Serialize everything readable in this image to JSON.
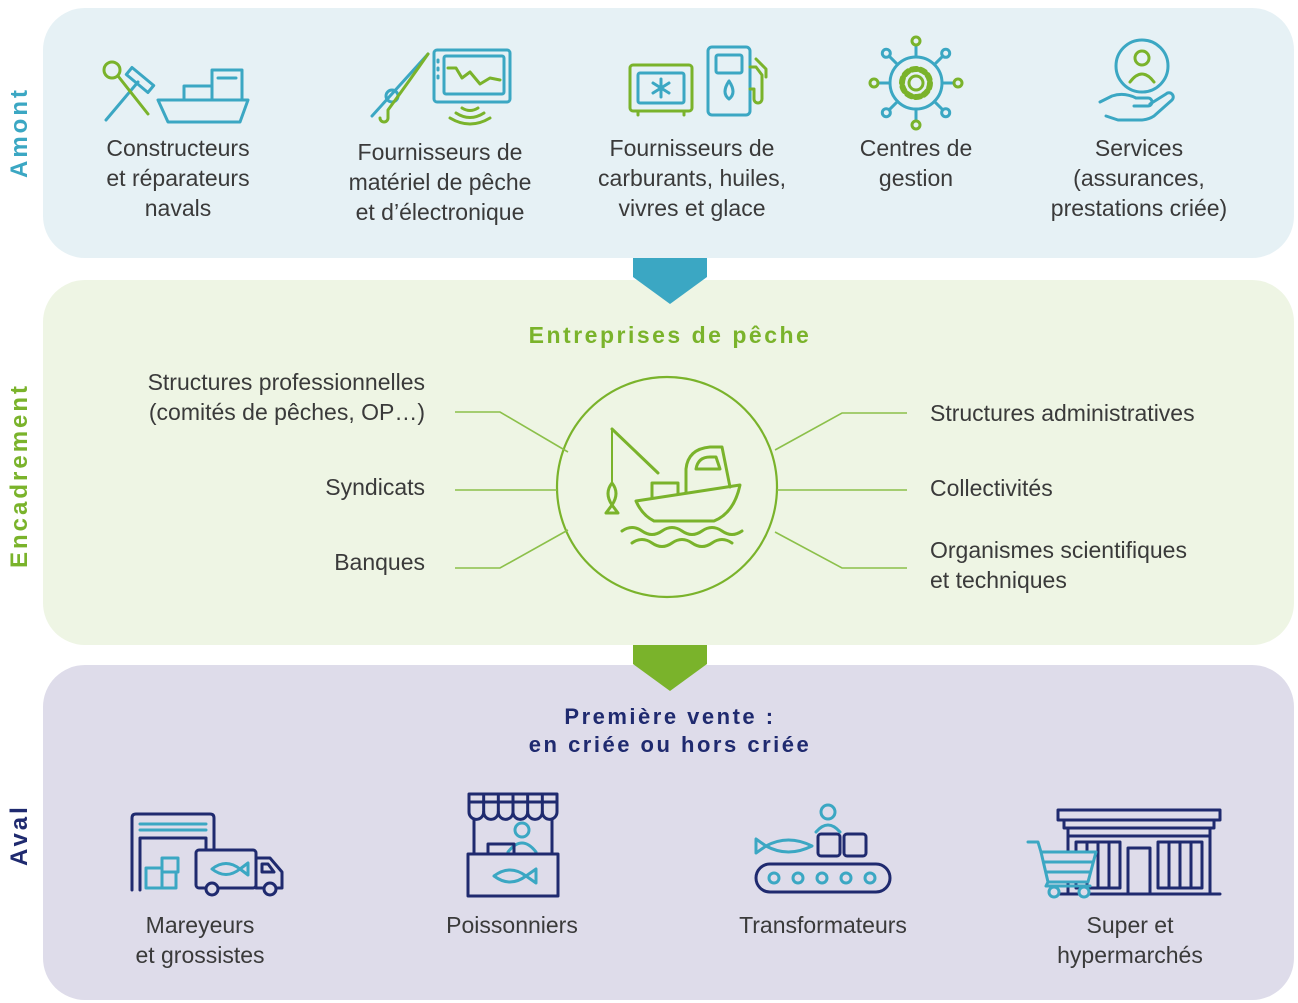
{
  "colors": {
    "teal": "#3ba7c3",
    "green": "#7ab32b",
    "navy": "#1f2a6f",
    "text": "#3a3a3a",
    "amont_bg": "#e6f1f5",
    "encadrement_bg": "#eef5e4",
    "aval_bg": "#dedcea",
    "connector": "#8cc04a"
  },
  "amont": {
    "label": "Amont",
    "items": [
      {
        "icon": "tools-boat-icon",
        "text": "Constructeurs\net réparateurs\nnavals"
      },
      {
        "icon": "fishing-rod-sonar-icon",
        "text": "Fournisseurs de\nmatériel de pêche\net d’électronique"
      },
      {
        "icon": "freezer-fuel-pump-icon",
        "text": "Fournisseurs de\ncarburants, huiles,\nvivres et glace"
      },
      {
        "icon": "gear-network-icon",
        "text": "Centres de\ngestion"
      },
      {
        "icon": "hand-person-icon",
        "text": "Services\n(assurances,\nprestations criée)"
      }
    ]
  },
  "encadrement": {
    "label": "Encadrement",
    "title": "Entreprises de pêche",
    "center_icon": "fishing-boat-icon",
    "left": [
      "Structures professionnelles\n(comités de pêches, OP…)",
      "Syndicats",
      "Banques"
    ],
    "right": [
      "Structures administratives",
      "Collectivités",
      "Organismes scientifiques\net techniques"
    ]
  },
  "aval": {
    "label": "Aval",
    "title": "Première vente :\nen criée ou hors criée",
    "items": [
      {
        "icon": "warehouse-truck-icon",
        "text": "Mareyeurs\net grossistes"
      },
      {
        "icon": "market-stall-icon",
        "text": "Poissonniers"
      },
      {
        "icon": "conveyor-belt-icon",
        "text": "Transformateurs"
      },
      {
        "icon": "store-cart-icon",
        "text": "Super et\nhypermarchés"
      }
    ]
  }
}
